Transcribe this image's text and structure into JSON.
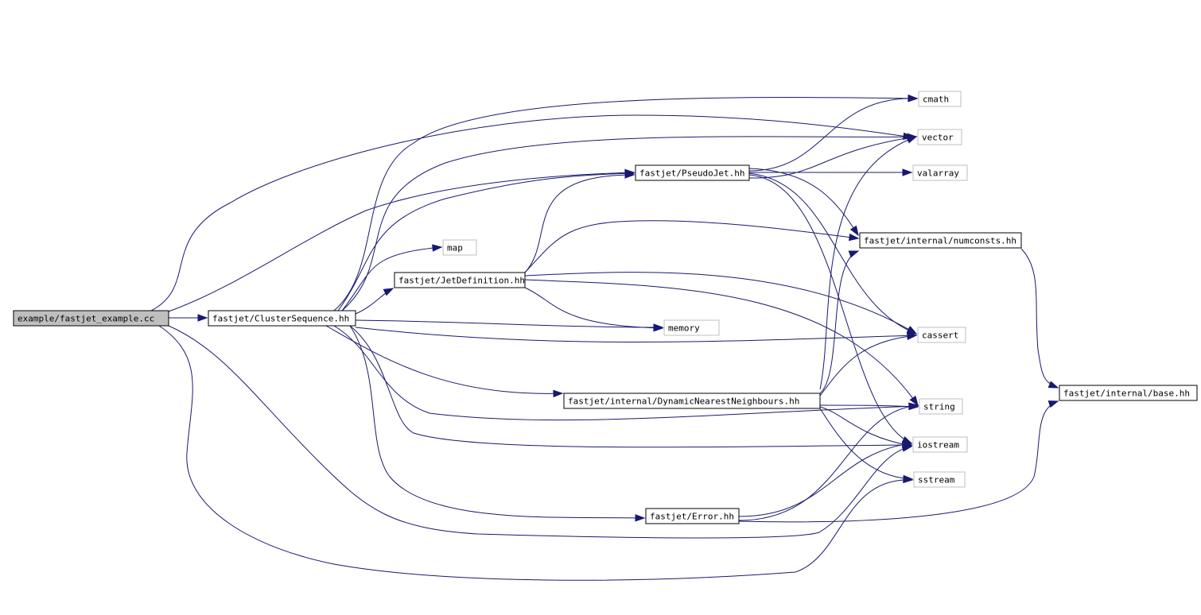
{
  "colors": {
    "edge": "#191970",
    "root_fill": "#bfbfbf",
    "node_border": "#000000",
    "system_border": "#bfbfbf",
    "background": "#ffffff"
  },
  "nodes": [
    {
      "id": "fastjet_example",
      "label": "example/fastjet_example.cc",
      "kind": "root"
    },
    {
      "id": "ClusterSequence",
      "label": "fastjet/ClusterSequence.hh",
      "kind": "file"
    },
    {
      "id": "PseudoJet",
      "label": "fastjet/PseudoJet.hh",
      "kind": "file"
    },
    {
      "id": "JetDefinition",
      "label": "fastjet/JetDefinition.hh",
      "kind": "file"
    },
    {
      "id": "DynamicNearestNeighbours",
      "label": "fastjet/internal/DynamicNearestNeighbours.hh",
      "kind": "file"
    },
    {
      "id": "Error",
      "label": "fastjet/Error.hh",
      "kind": "file"
    },
    {
      "id": "numconsts",
      "label": "fastjet/internal/numconsts.hh",
      "kind": "file"
    },
    {
      "id": "base",
      "label": "fastjet/internal/base.hh",
      "kind": "file"
    },
    {
      "id": "map",
      "label": "map",
      "kind": "system"
    },
    {
      "id": "memory",
      "label": "memory",
      "kind": "system"
    },
    {
      "id": "cmath",
      "label": "cmath",
      "kind": "system"
    },
    {
      "id": "vector",
      "label": "vector",
      "kind": "system"
    },
    {
      "id": "valarray",
      "label": "valarray",
      "kind": "system"
    },
    {
      "id": "cassert",
      "label": "cassert",
      "kind": "system"
    },
    {
      "id": "string",
      "label": "string",
      "kind": "system"
    },
    {
      "id": "iostream",
      "label": "iostream",
      "kind": "system"
    },
    {
      "id": "sstream",
      "label": "sstream",
      "kind": "system"
    }
  ],
  "edges": [
    {
      "from": "fastjet_example",
      "to": "ClusterSequence"
    },
    {
      "from": "fastjet_example",
      "to": "vector"
    },
    {
      "from": "fastjet_example",
      "to": "PseudoJet"
    },
    {
      "from": "fastjet_example",
      "to": "iostream"
    },
    {
      "from": "fastjet_example",
      "to": "sstream"
    },
    {
      "from": "ClusterSequence",
      "to": "PseudoJet"
    },
    {
      "from": "ClusterSequence",
      "to": "map"
    },
    {
      "from": "ClusterSequence",
      "to": "JetDefinition"
    },
    {
      "from": "ClusterSequence",
      "to": "memory"
    },
    {
      "from": "ClusterSequence",
      "to": "cassert"
    },
    {
      "from": "ClusterSequence",
      "to": "DynamicNearestNeighbours"
    },
    {
      "from": "ClusterSequence",
      "to": "string"
    },
    {
      "from": "ClusterSequence",
      "to": "iostream"
    },
    {
      "from": "ClusterSequence",
      "to": "Error"
    },
    {
      "from": "ClusterSequence",
      "to": "cmath"
    },
    {
      "from": "ClusterSequence",
      "to": "vector"
    },
    {
      "from": "PseudoJet",
      "to": "valarray"
    },
    {
      "from": "PseudoJet",
      "to": "vector"
    },
    {
      "from": "PseudoJet",
      "to": "cmath"
    },
    {
      "from": "PseudoJet",
      "to": "numconsts"
    },
    {
      "from": "PseudoJet",
      "to": "cassert"
    },
    {
      "from": "PseudoJet",
      "to": "iostream"
    },
    {
      "from": "JetDefinition",
      "to": "PseudoJet"
    },
    {
      "from": "JetDefinition",
      "to": "numconsts"
    },
    {
      "from": "JetDefinition",
      "to": "cassert"
    },
    {
      "from": "JetDefinition",
      "to": "string"
    },
    {
      "from": "JetDefinition",
      "to": "memory"
    },
    {
      "from": "DynamicNearestNeighbours",
      "to": "numconsts"
    },
    {
      "from": "DynamicNearestNeighbours",
      "to": "cassert"
    },
    {
      "from": "DynamicNearestNeighbours",
      "to": "string"
    },
    {
      "from": "DynamicNearestNeighbours",
      "to": "iostream"
    },
    {
      "from": "DynamicNearestNeighbours",
      "to": "sstream"
    },
    {
      "from": "DynamicNearestNeighbours",
      "to": "vector"
    },
    {
      "from": "Error",
      "to": "iostream"
    },
    {
      "from": "Error",
      "to": "string"
    },
    {
      "from": "Error",
      "to": "base"
    },
    {
      "from": "numconsts",
      "to": "base"
    }
  ]
}
